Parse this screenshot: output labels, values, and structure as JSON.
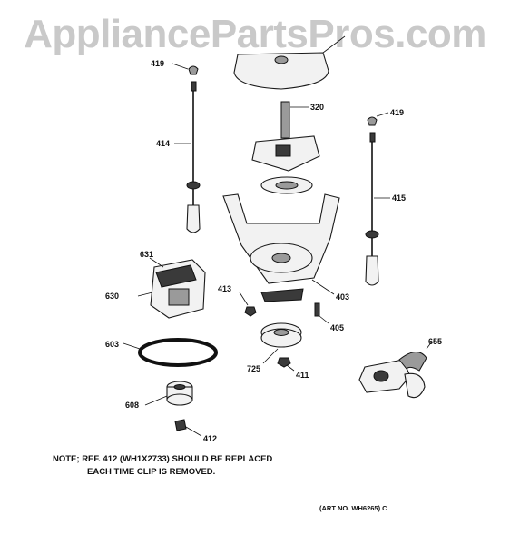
{
  "watermark": "AppliancePartsPros.com",
  "callouts": {
    "c419_left": "419",
    "c419_right": "419",
    "c320": "320",
    "c414": "414",
    "c415": "415",
    "c631": "631",
    "c630": "630",
    "c413": "413",
    "c403": "403",
    "c405": "405",
    "c603": "603",
    "c655": "655",
    "c725": "725",
    "c411": "411",
    "c608": "608",
    "c412": "412"
  },
  "note": {
    "line1": "NOTE; REF. 412 (WH1X2733) SHOULD BE REPLACED",
    "line2": "EACH TIME CLIP IS REMOVED."
  },
  "art_number": "(ART NO. WH6265) C"
}
